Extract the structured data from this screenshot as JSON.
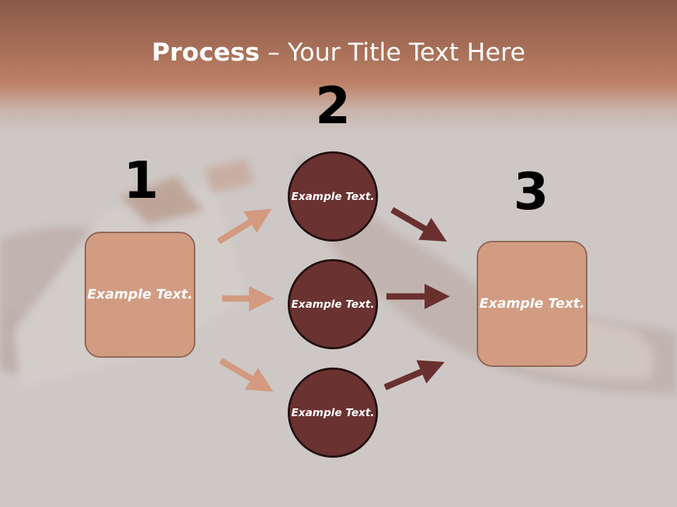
{
  "title": {
    "bold": "Process",
    "rest": " – Your Title Text Here"
  },
  "steps": {
    "one": "1",
    "two": "2",
    "three": "3"
  },
  "left_box": {
    "label": "Example Text."
  },
  "circles": [
    {
      "label": "Example Text."
    },
    {
      "label": "Example Text."
    },
    {
      "label": "Example Text."
    }
  ],
  "right_box": {
    "label": "Example Text."
  },
  "colors": {
    "box_fill": "#d19c82",
    "circle_fill": "#6b3232",
    "arrow_light": "#d39a80",
    "arrow_dark": "#6a3030",
    "header": "#b07560"
  }
}
